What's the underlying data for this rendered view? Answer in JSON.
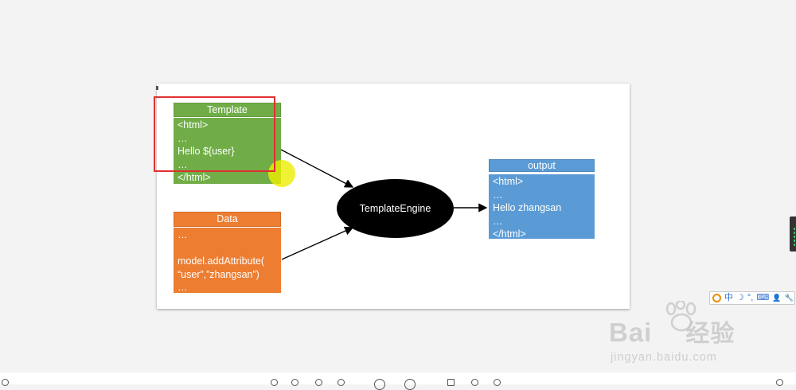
{
  "template": {
    "header": "Template",
    "lines": [
      "<html>",
      "…",
      "Hello ${user}",
      "…",
      "</html>"
    ]
  },
  "data_box": {
    "header": "Data",
    "lines": [
      "…",
      "",
      "model.addAttribute(",
      "“user”,”zhangsan”)",
      "…"
    ]
  },
  "engine": {
    "label": "TemplateEngine"
  },
  "output": {
    "header": "output",
    "lines": [
      "<html>",
      "…",
      "Hello zhangsan",
      "…",
      "</html>"
    ]
  },
  "ime_toolbar": {
    "lang": "中",
    "moon": "☽",
    "punct": "°,",
    "keyboard": "⌨",
    "user": "👤",
    "wrench": "🔧"
  },
  "watermark": {
    "brand": "Bai",
    "brand_cn": "经验",
    "domain": "jingyan.baidu.com"
  },
  "colors": {
    "template_fill": "#70ad47",
    "data_fill": "#ed7d31",
    "output_fill": "#5b9bd5",
    "engine_fill": "#000000",
    "highlight": "#eeee00",
    "selection": "#e03030"
  }
}
